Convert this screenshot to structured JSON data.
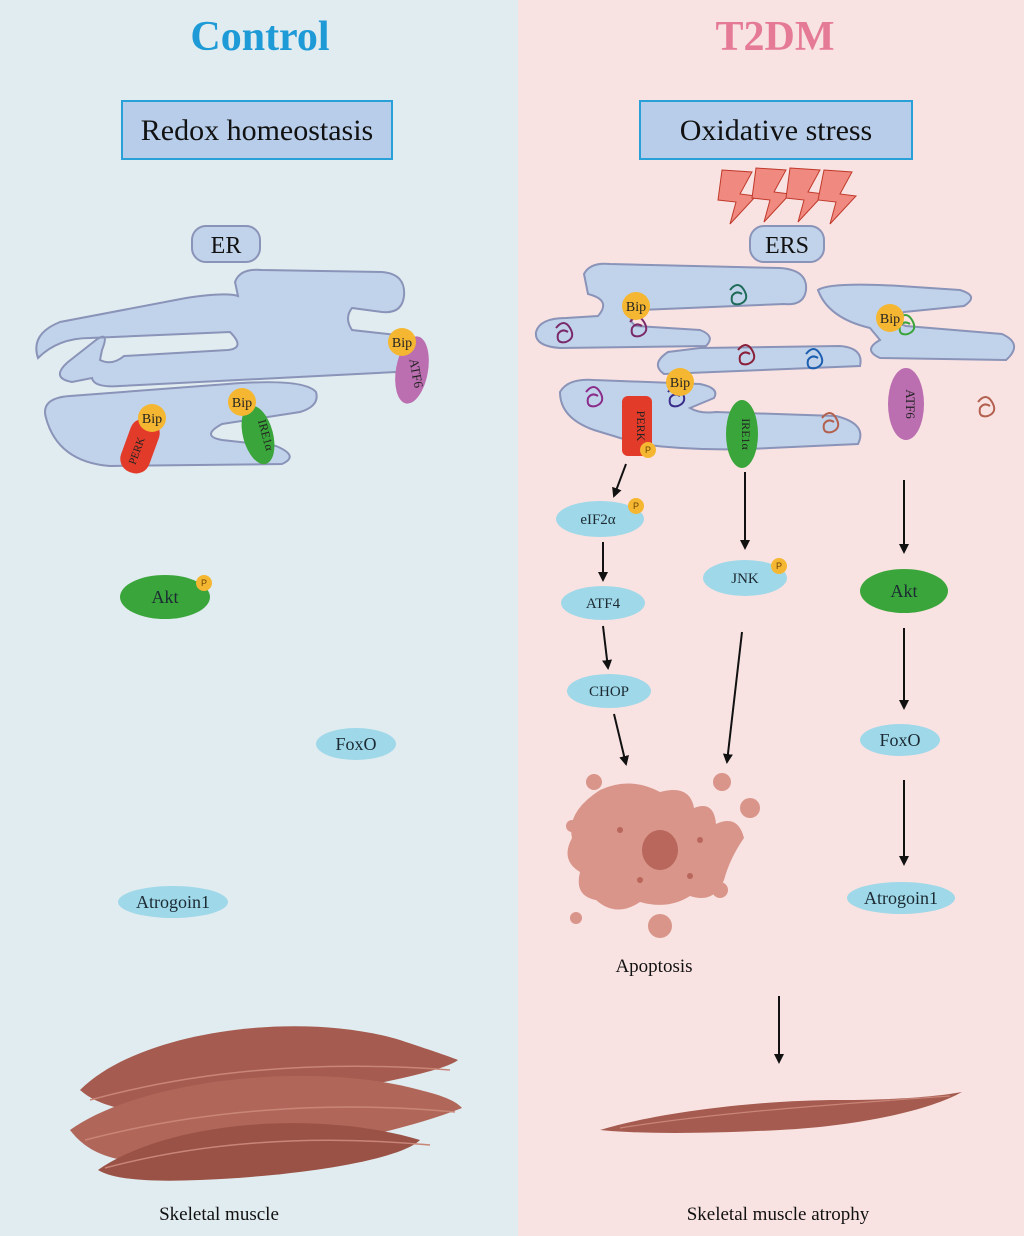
{
  "left_panel": {
    "title": "Control",
    "title_color": "#1e9bd7",
    "background": "#e1ecf0",
    "state_box": "Redox homeostasis",
    "er_label": "ER",
    "nodes": {
      "bip": "Bip",
      "perk": "PERK",
      "ire1a": "IRE1α",
      "atf6": "ATF6",
      "akt": "Akt",
      "foxo": "FoxO",
      "atrogoin1": "Atrogoin1"
    },
    "phospho": "P",
    "caption": "Skeletal muscle"
  },
  "right_panel": {
    "title": "T2DM",
    "title_color": "#e57a97",
    "background": "#f9e3e2",
    "state_box": "Oxidative stress",
    "er_label": "ERS",
    "nodes": {
      "bip": "Bip",
      "perk": "PERK",
      "ire1a": "IRE1α",
      "atf6": "ATF6",
      "eif2a": "eIF2α",
      "atf4": "ATF4",
      "chop": "CHOP",
      "jnk": "JNK",
      "akt": "Akt",
      "foxo": "FoxO",
      "atrogoin1": "Atrogoin1"
    },
    "phospho": "P",
    "apoptosis_label": "Apoptosis",
    "caption": "Skeletal muscle atrophy"
  },
  "colors": {
    "er_fill": "#c1d3ea",
    "box_fill": "#b7cde9",
    "box_stroke": "#2aa0d8",
    "bip": "#f5b731",
    "perk": "#e23b2a",
    "ire1a": "#3aa53a",
    "atf6": "#bb6fb0",
    "node_fill": "#9fd8e8",
    "akt": "#3aa53a",
    "lightning": "#f08a80",
    "cell": "#d9958a",
    "nucleus": "#b9665c",
    "muscle": "#a55b4f"
  }
}
